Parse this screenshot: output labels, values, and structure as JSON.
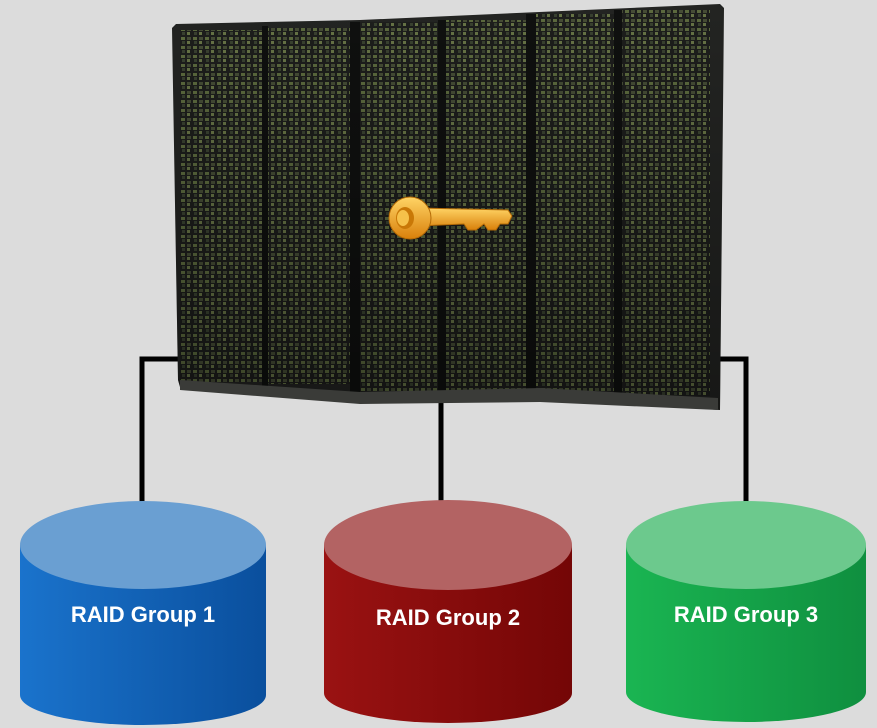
{
  "diagram": {
    "server_icon": "storage-server-rack",
    "key_icon": "key",
    "colors": {
      "background": "#dcdcdc",
      "rack_body": "#1f201e",
      "rack_led": "#6f7d4a",
      "connector": "#000000",
      "key": "#f2a214"
    },
    "raid_groups": [
      {
        "label": "RAID Group 1",
        "top_color": "#6a9fd2",
        "body_color": "#1060b8"
      },
      {
        "label": "RAID Group 2",
        "top_color": "#b36363",
        "body_color": "#8a0c0c"
      },
      {
        "label": "RAID Group 3",
        "top_color": "#6cc98d",
        "body_color": "#14a34a"
      }
    ]
  }
}
